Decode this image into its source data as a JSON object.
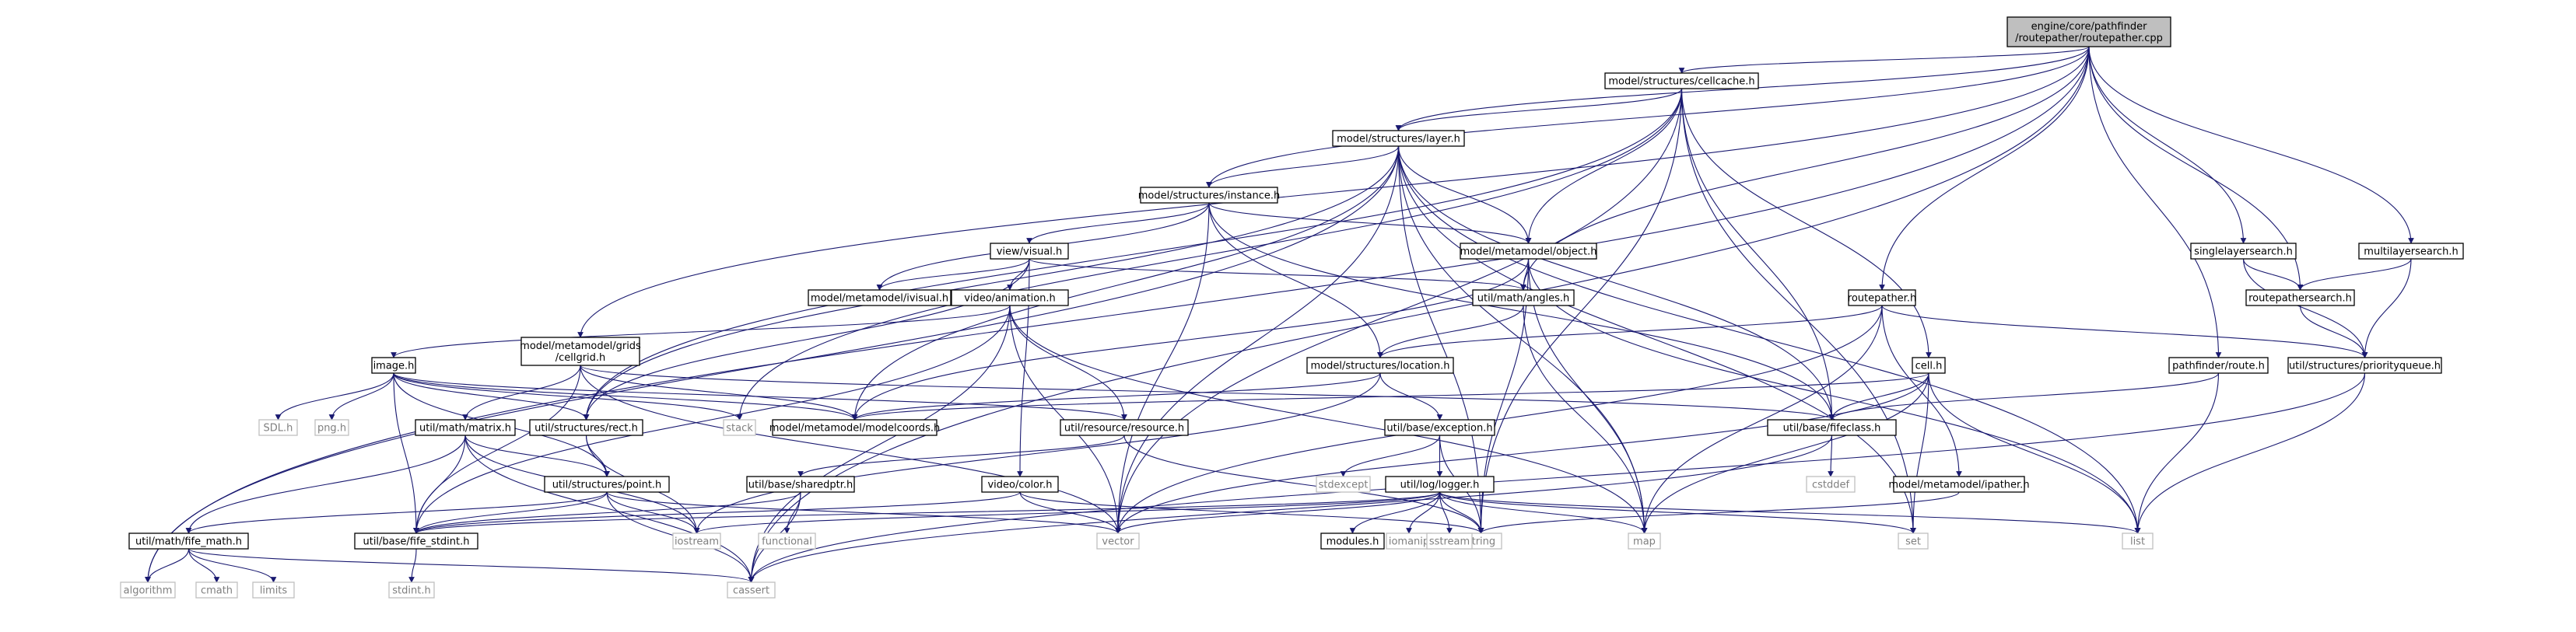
{
  "colors": {
    "edge": "#191970",
    "box_border": "#000000",
    "box_fill": "#ffffff",
    "root_fill": "#bfbfbf",
    "external_border": "#bfbfbf",
    "external_text": "#7f7f7f"
  },
  "nodes": [
    {
      "id": "root",
      "label": "engine/core/pathfinder\n/routepather/routepather.cpp",
      "kind": "root"
    },
    {
      "id": "cellcache",
      "label": "model/structures/cellcache.h",
      "kind": "file"
    },
    {
      "id": "layer",
      "label": "model/structures/layer.h",
      "kind": "file"
    },
    {
      "id": "instance",
      "label": "model/structures/instance.h",
      "kind": "file"
    },
    {
      "id": "object",
      "label": "model/metamodel/object.h",
      "kind": "file"
    },
    {
      "id": "visual",
      "label": "view/visual.h",
      "kind": "file"
    },
    {
      "id": "ivisual",
      "label": "model/metamodel/ivisual.h",
      "kind": "file"
    },
    {
      "id": "angles",
      "label": "util/math/angles.h",
      "kind": "file"
    },
    {
      "id": "animation",
      "label": "video/animation.h",
      "kind": "file"
    },
    {
      "id": "cellgrid",
      "label": "model/metamodel/grids\n/cellgrid.h",
      "kind": "file"
    },
    {
      "id": "image",
      "label": "image.h",
      "kind": "file"
    },
    {
      "id": "location",
      "label": "model/structures/location.h",
      "kind": "file"
    },
    {
      "id": "routepather",
      "label": "routepather.h",
      "kind": "file"
    },
    {
      "id": "cell",
      "label": "cell.h",
      "kind": "file"
    },
    {
      "id": "singlelayer",
      "label": "singlelayersearch.h",
      "kind": "file"
    },
    {
      "id": "multilayer",
      "label": "multilayersearch.h",
      "kind": "file"
    },
    {
      "id": "routepathersearch",
      "label": "routepathersearch.h",
      "kind": "file"
    },
    {
      "id": "priorityqueue",
      "label": "util/structures/priorityqueue.h",
      "kind": "file"
    },
    {
      "id": "route",
      "label": "pathfinder/route.h",
      "kind": "file"
    },
    {
      "id": "matrix",
      "label": "util/math/matrix.h",
      "kind": "file"
    },
    {
      "id": "rect",
      "label": "util/structures/rect.h",
      "kind": "file"
    },
    {
      "id": "modelcoords",
      "label": "model/metamodel/modelcoords.h",
      "kind": "file"
    },
    {
      "id": "resource",
      "label": "util/resource/resource.h",
      "kind": "file"
    },
    {
      "id": "exception",
      "label": "util/base/exception.h",
      "kind": "file"
    },
    {
      "id": "fifeclass",
      "label": "util/base/fifeclass.h",
      "kind": "file"
    },
    {
      "id": "point",
      "label": "util/structures/point.h",
      "kind": "file"
    },
    {
      "id": "sharedptr",
      "label": "util/base/sharedptr.h",
      "kind": "file"
    },
    {
      "id": "color",
      "label": "video/color.h",
      "kind": "file"
    },
    {
      "id": "logger",
      "label": "util/log/logger.h",
      "kind": "file"
    },
    {
      "id": "ipather",
      "label": "model/metamodel/ipather.h",
      "kind": "file"
    },
    {
      "id": "fifemath",
      "label": "util/math/fife_math.h",
      "kind": "file"
    },
    {
      "id": "fifestdint",
      "label": "util/base/fife_stdint.h",
      "kind": "file"
    },
    {
      "id": "modules",
      "label": "modules.h",
      "kind": "file"
    },
    {
      "id": "algorithm",
      "label": "algorithm",
      "kind": "external"
    },
    {
      "id": "cmath",
      "label": "cmath",
      "kind": "external"
    },
    {
      "id": "limits",
      "label": "limits",
      "kind": "external"
    },
    {
      "id": "cassert",
      "label": "cassert",
      "kind": "external"
    },
    {
      "id": "stdint",
      "label": "stdint.h",
      "kind": "external"
    },
    {
      "id": "functional",
      "label": "functional",
      "kind": "external"
    },
    {
      "id": "iostream",
      "label": "iostream",
      "kind": "external"
    },
    {
      "id": "vector",
      "label": "vector",
      "kind": "external"
    },
    {
      "id": "string",
      "label": "string",
      "kind": "external"
    },
    {
      "id": "map",
      "label": "map",
      "kind": "external"
    },
    {
      "id": "set",
      "label": "set",
      "kind": "external"
    },
    {
      "id": "list",
      "label": "list",
      "kind": "external"
    },
    {
      "id": "stack",
      "label": "stack",
      "kind": "external"
    },
    {
      "id": "sdl",
      "label": "SDL.h",
      "kind": "external"
    },
    {
      "id": "png",
      "label": "png.h",
      "kind": "external"
    },
    {
      "id": "stdexcept",
      "label": "stdexcept",
      "kind": "external"
    },
    {
      "id": "cstddef",
      "label": "cstddef",
      "kind": "external"
    },
    {
      "id": "iomanip",
      "label": "iomanip",
      "kind": "external"
    },
    {
      "id": "sstream",
      "label": "sstream",
      "kind": "external"
    }
  ],
  "edges": [
    [
      "root",
      "cellcache"
    ],
    [
      "root",
      "layer"
    ],
    [
      "root",
      "instance"
    ],
    [
      "root",
      "cellgrid"
    ],
    [
      "root",
      "angles"
    ],
    [
      "root",
      "routepather"
    ],
    [
      "root",
      "singlelayer"
    ],
    [
      "root",
      "multilayer"
    ],
    [
      "root",
      "routepathersearch"
    ],
    [
      "root",
      "route"
    ],
    [
      "root",
      "algorithm"
    ],
    [
      "root",
      "cassert"
    ],
    [
      "cellcache",
      "layer"
    ],
    [
      "cellcache",
      "object"
    ],
    [
      "cellcache",
      "cell"
    ],
    [
      "cellcache",
      "rect"
    ],
    [
      "cellcache",
      "fifeclass"
    ],
    [
      "cellcache",
      "string"
    ],
    [
      "cellcache",
      "set"
    ],
    [
      "cellcache",
      "vector"
    ],
    [
      "cellcache",
      "stack"
    ],
    [
      "layer",
      "instance"
    ],
    [
      "layer",
      "object"
    ],
    [
      "layer",
      "modelcoords"
    ],
    [
      "layer",
      "rect"
    ],
    [
      "layer",
      "fifeclass"
    ],
    [
      "layer",
      "algorithm"
    ],
    [
      "layer",
      "string"
    ],
    [
      "layer",
      "set"
    ],
    [
      "layer",
      "list"
    ],
    [
      "layer",
      "vector"
    ],
    [
      "layer",
      "map"
    ],
    [
      "instance",
      "object"
    ],
    [
      "instance",
      "visual"
    ],
    [
      "instance",
      "ivisual"
    ],
    [
      "instance",
      "location"
    ],
    [
      "instance",
      "fifeclass"
    ],
    [
      "instance",
      "vector"
    ],
    [
      "object",
      "angles"
    ],
    [
      "object",
      "modelcoords"
    ],
    [
      "object",
      "list"
    ],
    [
      "object",
      "map"
    ],
    [
      "object",
      "string"
    ],
    [
      "visual",
      "ivisual"
    ],
    [
      "visual",
      "angles"
    ],
    [
      "visual",
      "animation"
    ],
    [
      "visual",
      "rect"
    ],
    [
      "visual",
      "color"
    ],
    [
      "angles",
      "location"
    ],
    [
      "angles",
      "map"
    ],
    [
      "animation",
      "image"
    ],
    [
      "animation",
      "resource"
    ],
    [
      "animation",
      "fifestdint"
    ],
    [
      "animation",
      "vector"
    ],
    [
      "animation",
      "map"
    ],
    [
      "animation",
      "cassert"
    ],
    [
      "cellgrid",
      "matrix"
    ],
    [
      "cellgrid",
      "modelcoords"
    ],
    [
      "cellgrid",
      "fifeclass"
    ],
    [
      "cellgrid",
      "fifestdint"
    ],
    [
      "cellgrid",
      "vector"
    ],
    [
      "image",
      "resource"
    ],
    [
      "image",
      "rect"
    ],
    [
      "image",
      "point"
    ],
    [
      "image",
      "fifestdint"
    ],
    [
      "image",
      "sdl"
    ],
    [
      "image",
      "png"
    ],
    [
      "image",
      "stack"
    ],
    [
      "image",
      "modelcoords"
    ],
    [
      "location",
      "modelcoords"
    ],
    [
      "location",
      "exception"
    ],
    [
      "location",
      "iostream"
    ],
    [
      "routepather",
      "location"
    ],
    [
      "routepather",
      "priorityqueue"
    ],
    [
      "routepather",
      "ipather"
    ],
    [
      "routepather",
      "map"
    ],
    [
      "routepather",
      "vector"
    ],
    [
      "cell",
      "fifeclass"
    ],
    [
      "cell",
      "modelcoords"
    ],
    [
      "cell",
      "vector"
    ],
    [
      "cell",
      "set"
    ],
    [
      "cell",
      "list"
    ],
    [
      "cell",
      "map"
    ],
    [
      "singlelayer",
      "routepathersearch"
    ],
    [
      "singlelayer",
      "priorityqueue"
    ],
    [
      "multilayer",
      "routepathersearch"
    ],
    [
      "multilayer",
      "priorityqueue"
    ],
    [
      "routepathersearch",
      "priorityqueue"
    ],
    [
      "priorityqueue",
      "list"
    ],
    [
      "priorityqueue",
      "cassert"
    ],
    [
      "route",
      "fifeclass"
    ],
    [
      "route",
      "list"
    ],
    [
      "matrix",
      "point"
    ],
    [
      "matrix",
      "fifemath"
    ],
    [
      "matrix",
      "fifestdint"
    ],
    [
      "matrix",
      "cassert"
    ],
    [
      "matrix",
      "iostream"
    ],
    [
      "rect",
      "point"
    ],
    [
      "rect",
      "iostream"
    ],
    [
      "resource",
      "sharedptr"
    ],
    [
      "resource",
      "string"
    ],
    [
      "exception",
      "logger"
    ],
    [
      "exception",
      "stdexcept"
    ],
    [
      "exception",
      "string"
    ],
    [
      "fifeclass",
      "cstddef"
    ],
    [
      "fifeclass",
      "cassert"
    ],
    [
      "point",
      "fifemath"
    ],
    [
      "point",
      "fifestdint"
    ],
    [
      "point",
      "cassert"
    ],
    [
      "point",
      "iostream"
    ],
    [
      "point",
      "vector"
    ],
    [
      "sharedptr",
      "fifestdint"
    ],
    [
      "sharedptr",
      "functional"
    ],
    [
      "sharedptr",
      "cassert"
    ],
    [
      "color",
      "fifestdint"
    ],
    [
      "color",
      "vector"
    ],
    [
      "color",
      "string"
    ],
    [
      "logger",
      "modules"
    ],
    [
      "logger",
      "fifestdint"
    ],
    [
      "logger",
      "iomanip"
    ],
    [
      "logger",
      "sstream"
    ],
    [
      "logger",
      "string"
    ],
    [
      "logger",
      "map"
    ],
    [
      "logger",
      "set"
    ],
    [
      "logger",
      "list"
    ],
    [
      "logger",
      "vector"
    ],
    [
      "logger",
      "iostream"
    ],
    [
      "ipather",
      "string"
    ],
    [
      "fifemath",
      "algorithm"
    ],
    [
      "fifemath",
      "cmath"
    ],
    [
      "fifemath",
      "limits"
    ],
    [
      "fifemath",
      "cassert"
    ],
    [
      "fifestdint",
      "stdint"
    ]
  ]
}
